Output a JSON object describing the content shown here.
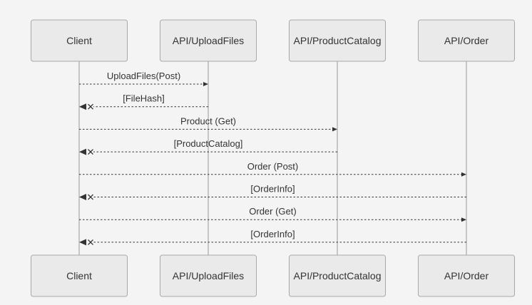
{
  "diagram": {
    "type": "sequence",
    "actors": [
      {
        "id": "client",
        "label": "Client"
      },
      {
        "id": "upload",
        "label": "API/UploadFiles"
      },
      {
        "id": "catalog",
        "label": "API/ProductCatalog"
      },
      {
        "id": "order",
        "label": "API/Order"
      }
    ],
    "messages": [
      {
        "from": "client",
        "to": "upload",
        "label": "UploadFiles(Post)",
        "kind": "request"
      },
      {
        "from": "upload",
        "to": "client",
        "label": "[FileHash]",
        "kind": "response"
      },
      {
        "from": "client",
        "to": "catalog",
        "label": "Product (Get)",
        "kind": "request"
      },
      {
        "from": "catalog",
        "to": "client",
        "label": "[ProductCatalog]",
        "kind": "response"
      },
      {
        "from": "client",
        "to": "order",
        "label": "Order (Post)",
        "kind": "request"
      },
      {
        "from": "order",
        "to": "client",
        "label": "[OrderInfo]",
        "kind": "response"
      },
      {
        "from": "client",
        "to": "order",
        "label": "Order (Get)",
        "kind": "request"
      },
      {
        "from": "order",
        "to": "client",
        "label": "[OrderInfo]",
        "kind": "response"
      }
    ]
  },
  "colors": {
    "background": "#f4f4f4",
    "actor_fill": "#eaeaea",
    "actor_border": "#a8a8a8",
    "line": "#333333",
    "lifeline": "#999999"
  }
}
